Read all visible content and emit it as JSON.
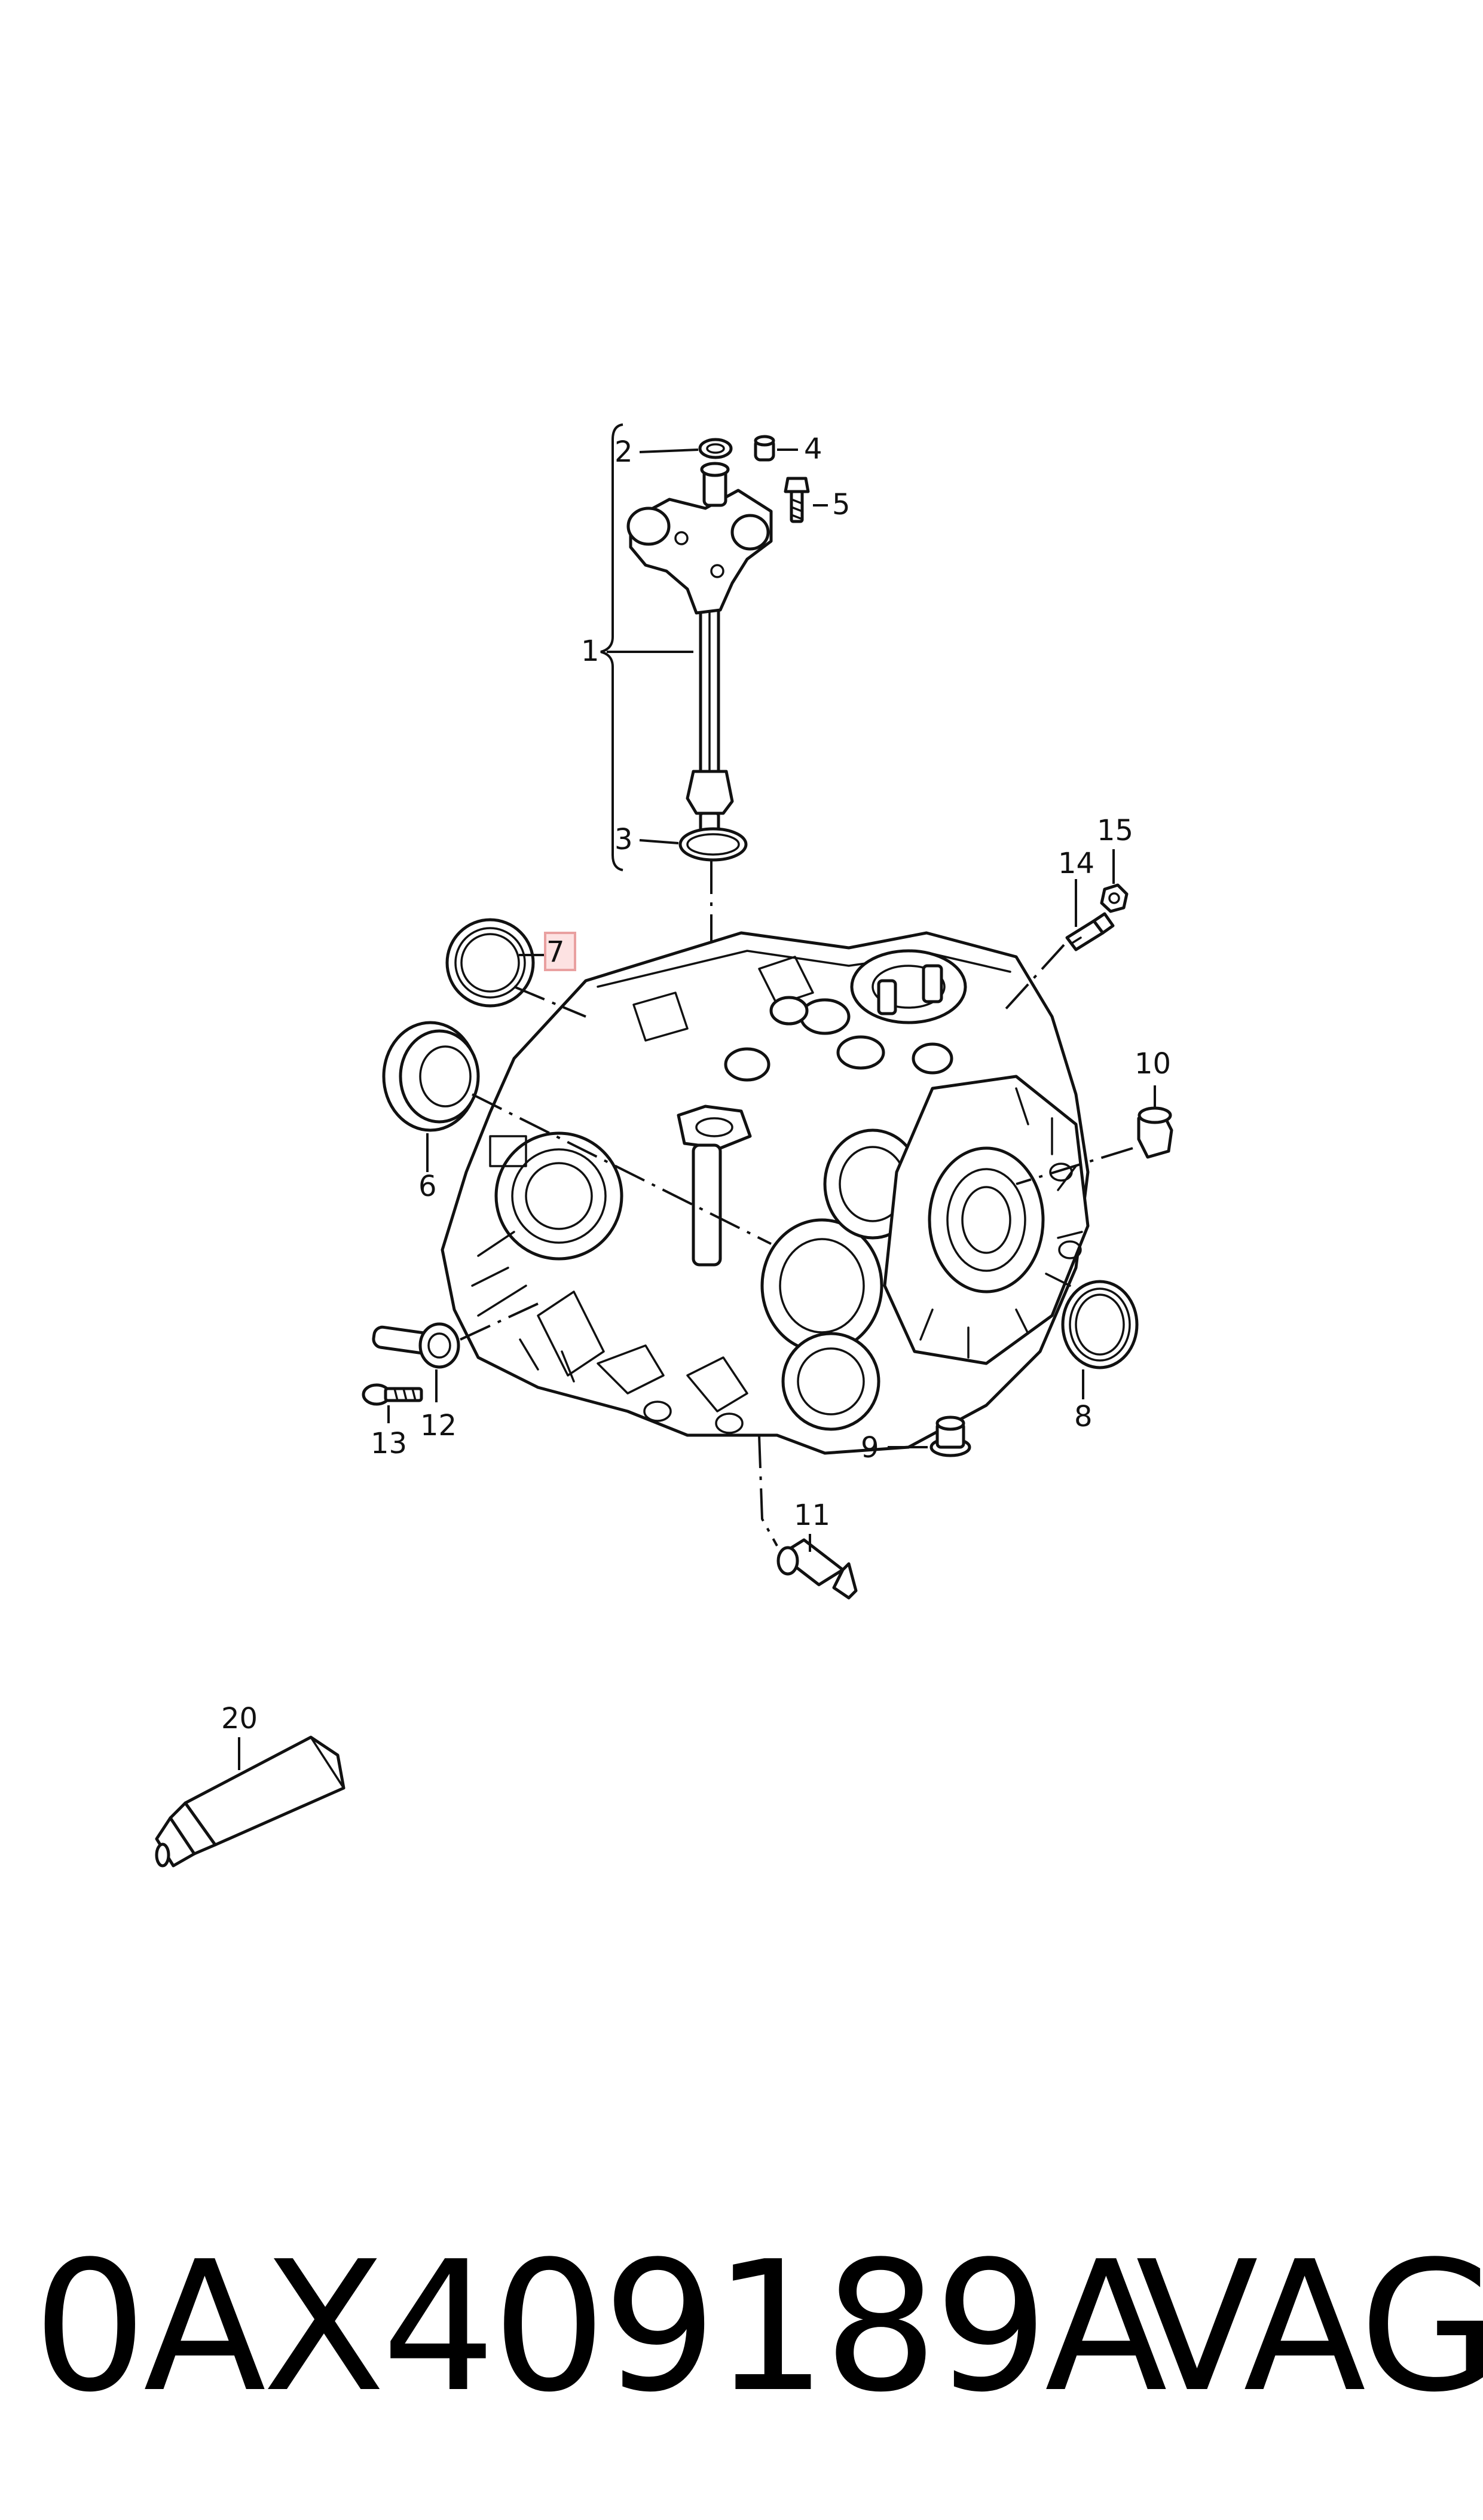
{
  "diagram": {
    "callouts": [
      {
        "id": "1",
        "label": "1"
      },
      {
        "id": "2",
        "label": "2"
      },
      {
        "id": "3",
        "label": "3"
      },
      {
        "id": "4",
        "label": "4"
      },
      {
        "id": "5",
        "label": "5"
      },
      {
        "id": "6",
        "label": "6"
      },
      {
        "id": "7",
        "label": "7",
        "highlighted": true
      },
      {
        "id": "8",
        "label": "8"
      },
      {
        "id": "9",
        "label": "9"
      },
      {
        "id": "10",
        "label": "10"
      },
      {
        "id": "11",
        "label": "11"
      },
      {
        "id": "12",
        "label": "12"
      },
      {
        "id": "13",
        "label": "13"
      },
      {
        "id": "14",
        "label": "14"
      },
      {
        "id": "15",
        "label": "15"
      },
      {
        "id": "20",
        "label": "20"
      }
    ],
    "highlight_color": "#fde2e2"
  },
  "footer": {
    "part_number": "0AX409189A",
    "brand": "VAG"
  }
}
